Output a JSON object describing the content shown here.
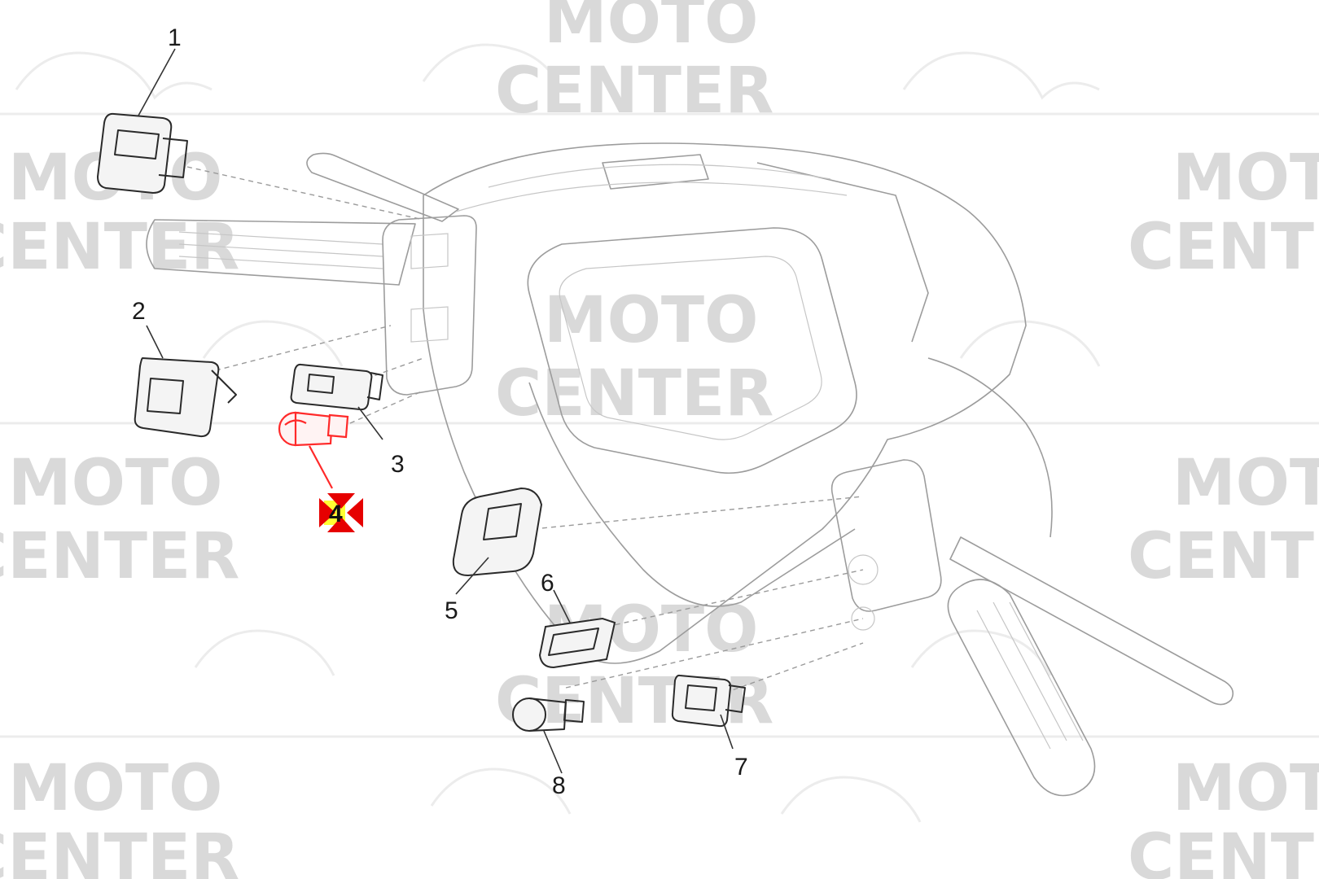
{
  "watermark": {
    "line1": "MOTO",
    "line2": "CENTER"
  },
  "callouts": [
    {
      "id": "1",
      "label": "1"
    },
    {
      "id": "2",
      "label": "2"
    },
    {
      "id": "3",
      "label": "3"
    },
    {
      "id": "4",
      "label": "4",
      "selected": true
    },
    {
      "id": "5",
      "label": "5"
    },
    {
      "id": "6",
      "label": "6"
    },
    {
      "id": "7",
      "label": "7"
    },
    {
      "id": "8",
      "label": "8"
    }
  ],
  "colors": {
    "highlight": "#ff2a2a",
    "marker": "#e60000",
    "marker_fill": "#ffff33",
    "watermark": "#d9d9d9"
  }
}
